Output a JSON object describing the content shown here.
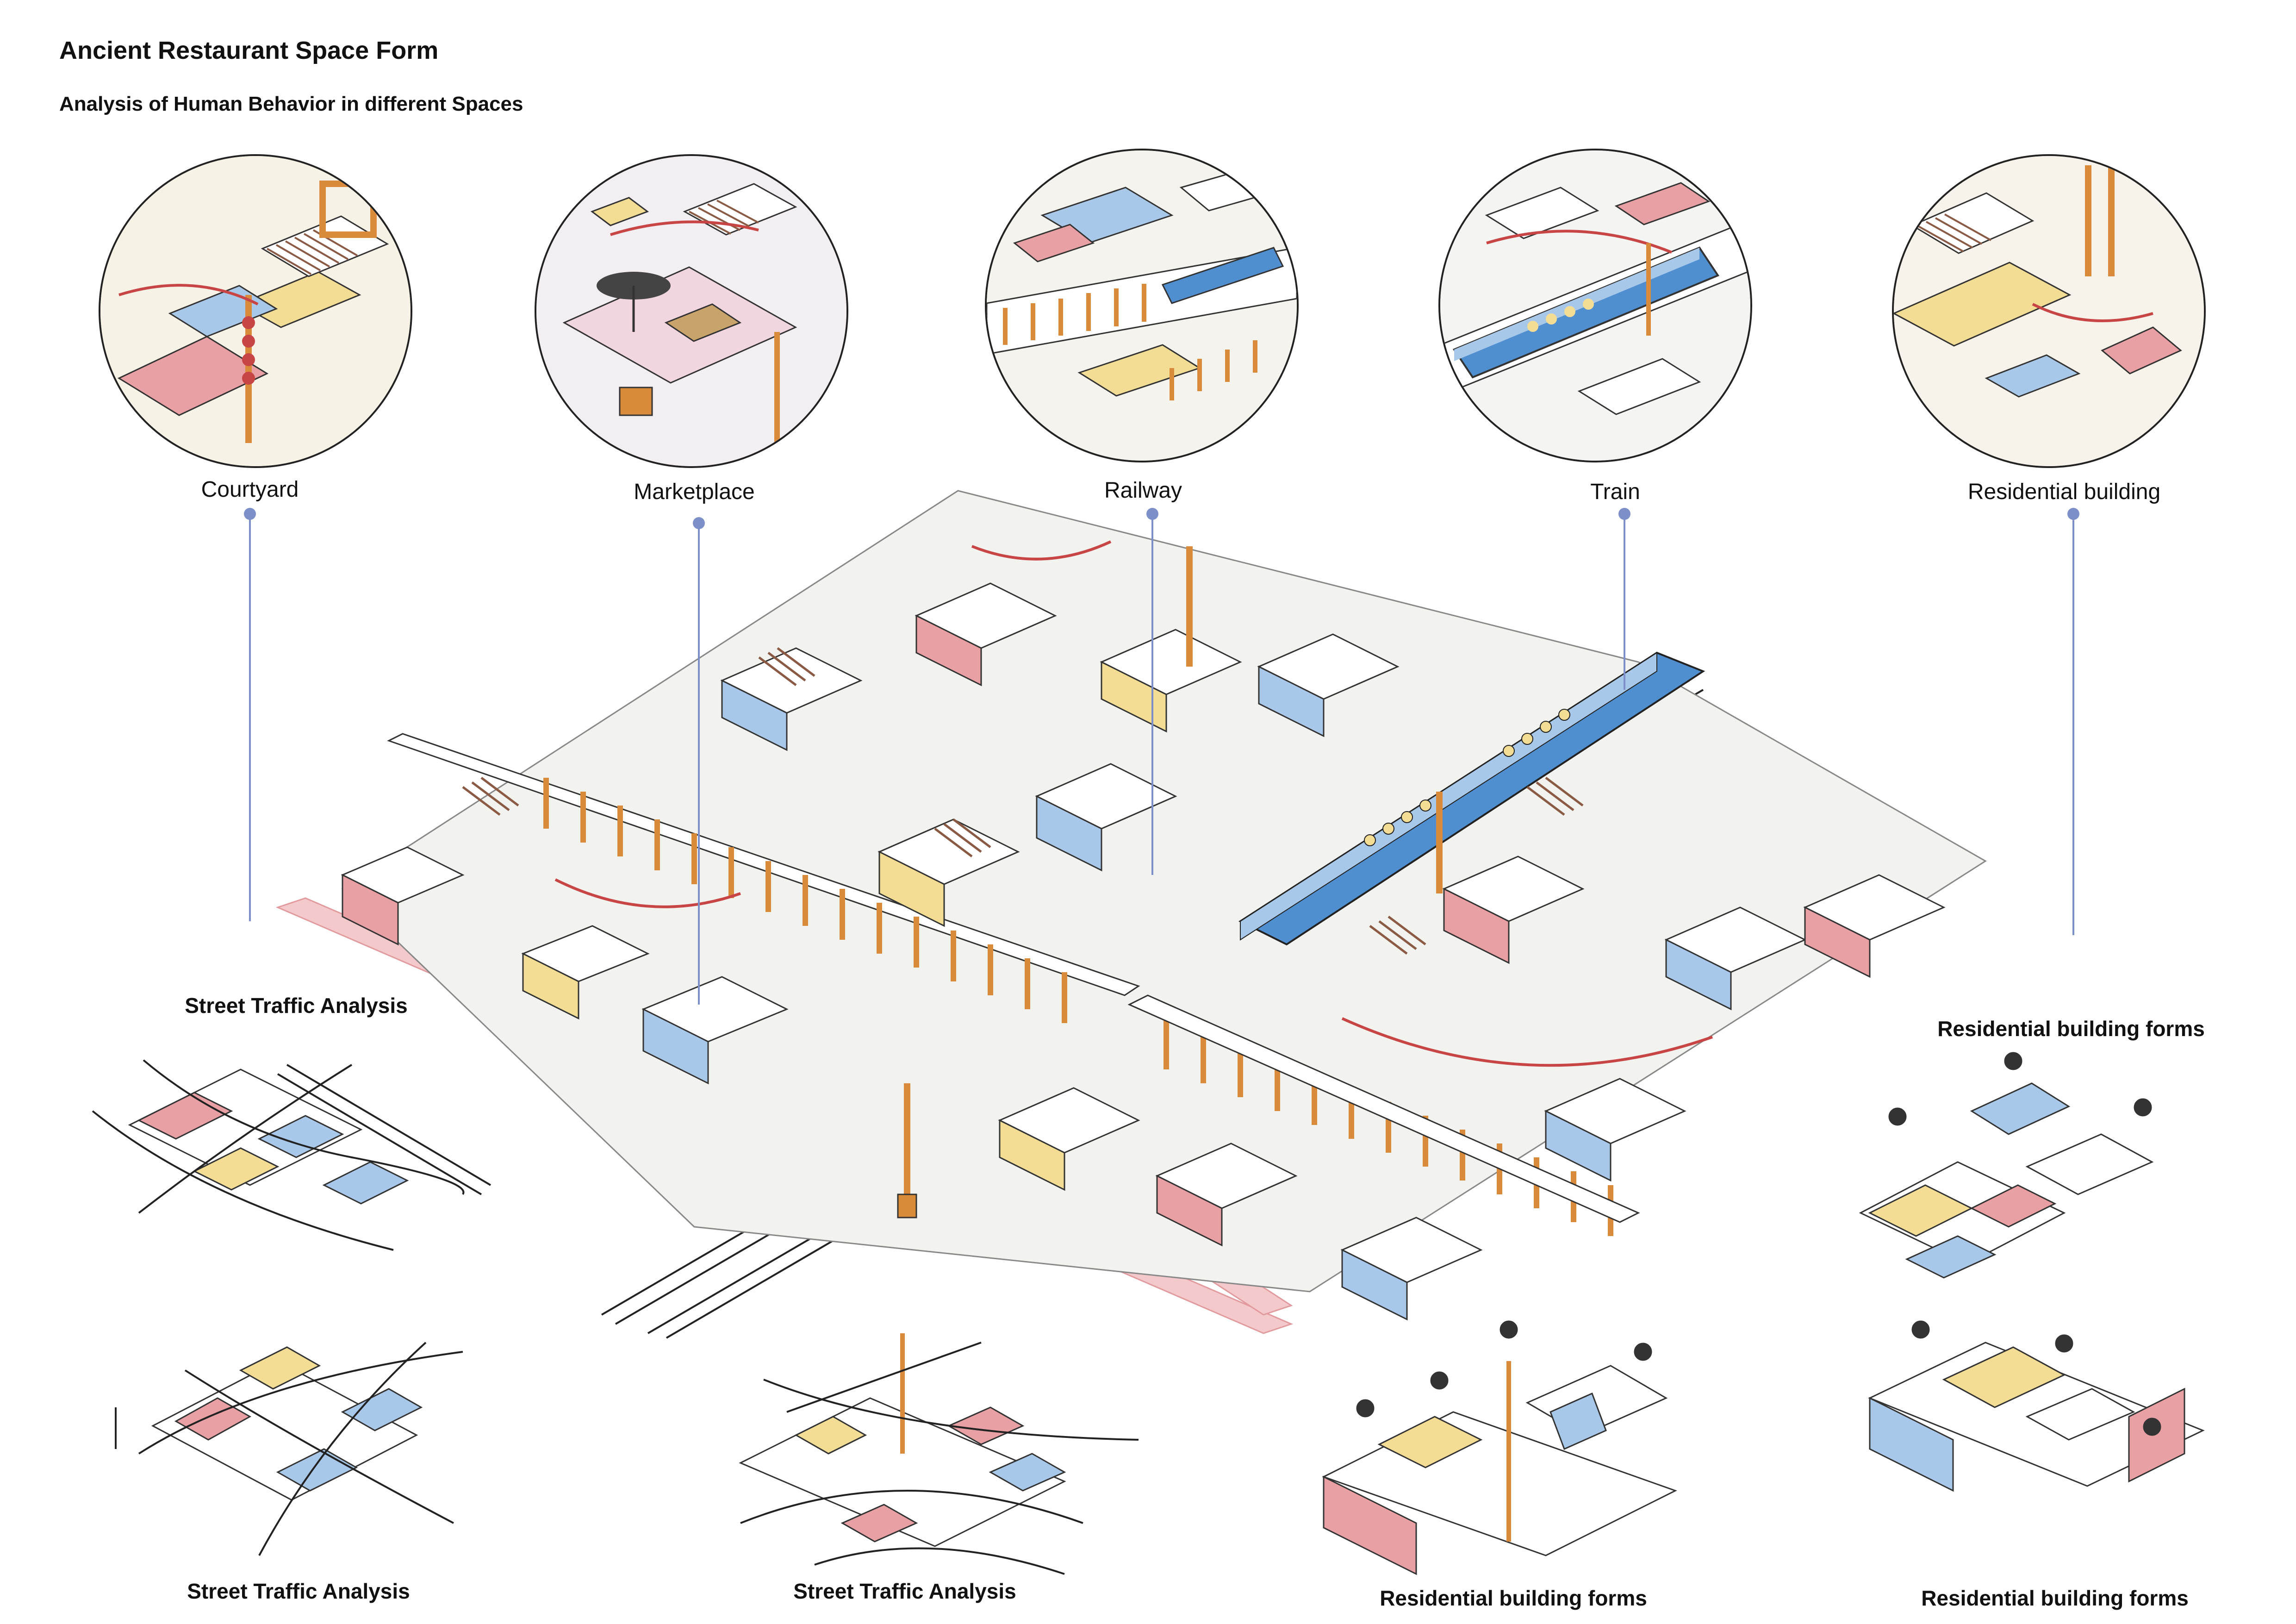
{
  "header": {
    "title": "Ancient Restaurant Space Form",
    "subtitle": "Analysis of Human Behavior in different Spaces"
  },
  "vignettes": [
    {
      "label": "Courtyard"
    },
    {
      "label": "Marketplace"
    },
    {
      "label": "Railway"
    },
    {
      "label": "Train"
    },
    {
      "label": "Residential building"
    }
  ],
  "analysis_labels": {
    "street_traffic_top_left": "Street Traffic Analysis",
    "street_traffic_bottom_left": "Street Traffic Analysis",
    "street_traffic_bottom_center": "Street Traffic Analysis",
    "residential_forms_right_top": "Residential building forms",
    "residential_forms_bottom_center": "Residential building forms",
    "residential_forms_bottom_right": "Residential building forms"
  },
  "colors": {
    "leader_line": "#7d8fc9",
    "wall_pink": "#e8a0a4",
    "wall_blue": "#a8c8ea",
    "wall_yellow": "#f3dd94",
    "roof_brown": "#8a5a44",
    "railway_orange": "#d98a3a",
    "train_blue": "#4f8fd0",
    "road_pink": "#f4c9cb"
  }
}
